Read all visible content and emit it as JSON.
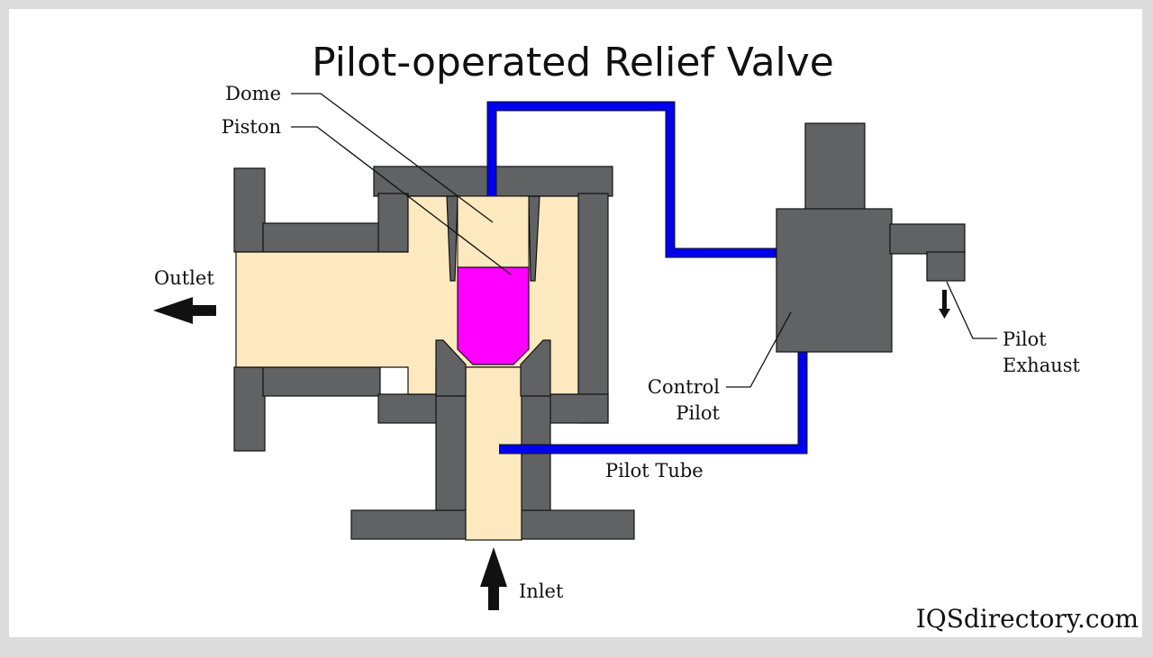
{
  "title": "Pilot-operated Relief Valve",
  "labels": {
    "dome": "Dome",
    "piston": "Piston",
    "outlet": "Outlet",
    "inlet": "Inlet",
    "pilot_tube": "Pilot Tube",
    "control_pilot_line1": "Control",
    "control_pilot_line2": "Pilot",
    "pilot_exhaust_line1": "Pilot",
    "pilot_exhaust_line2": "Exhaust"
  },
  "brand": "IQSdirectory.com",
  "colors": {
    "background": "#ffffff",
    "frame": "#dcdcdc",
    "body": "#606264",
    "fluid": "#fde9bf",
    "piston": "#ff00ff",
    "tube": "#0000ee",
    "outline": "#111111"
  }
}
